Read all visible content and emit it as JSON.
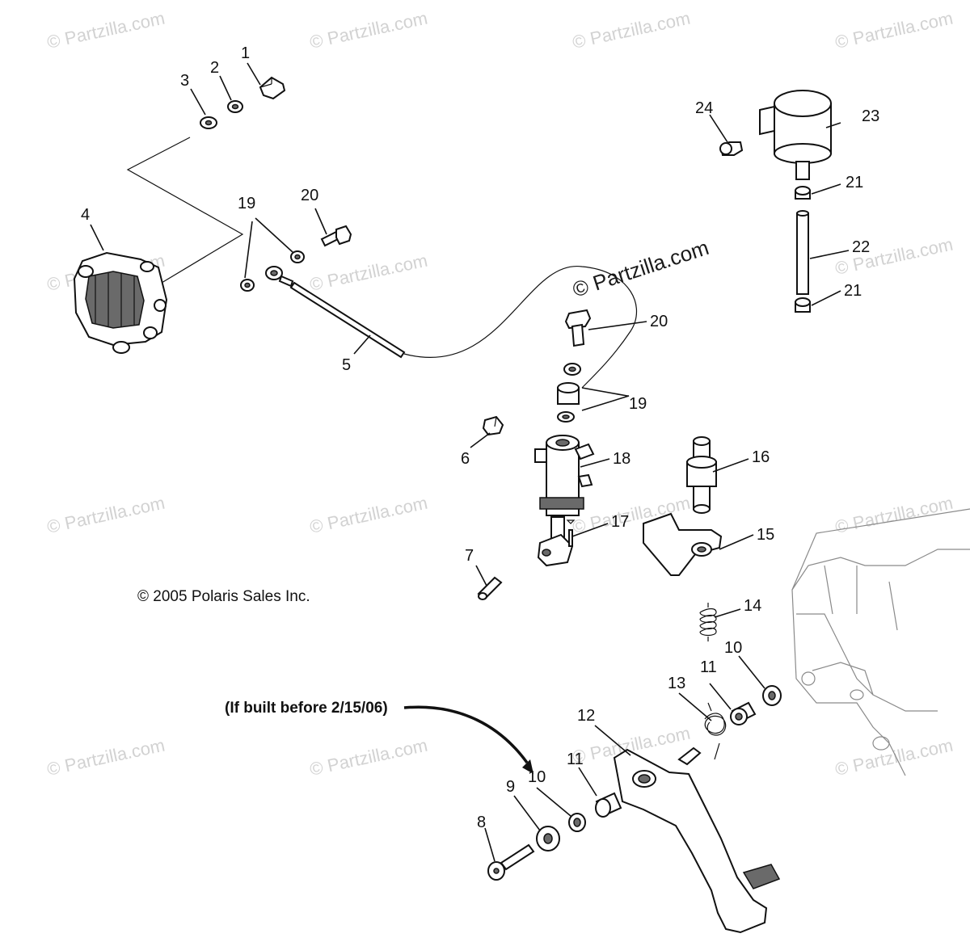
{
  "watermark": "© Partzilla.com",
  "center_watermark": "© Partzilla.com",
  "copyright": "© 2005 Polaris Sales Inc.",
  "note": "(If built before 2/15/06)",
  "callouts": {
    "c1": "1",
    "c2": "2",
    "c3": "3",
    "c4": "4",
    "c5": "5",
    "c6": "6",
    "c7": "7",
    "c8": "8",
    "c9": "9",
    "c10a": "10",
    "c10b": "10",
    "c11a": "11",
    "c11b": "11",
    "c12": "12",
    "c13": "13",
    "c14": "14",
    "c15": "15",
    "c16": "16",
    "c17": "17",
    "c18": "18",
    "c19a": "19",
    "c19b": "19",
    "c20a": "20",
    "c20b": "20",
    "c21a": "21",
    "c21b": "21",
    "c22": "22",
    "c23": "23",
    "c24": "24"
  }
}
